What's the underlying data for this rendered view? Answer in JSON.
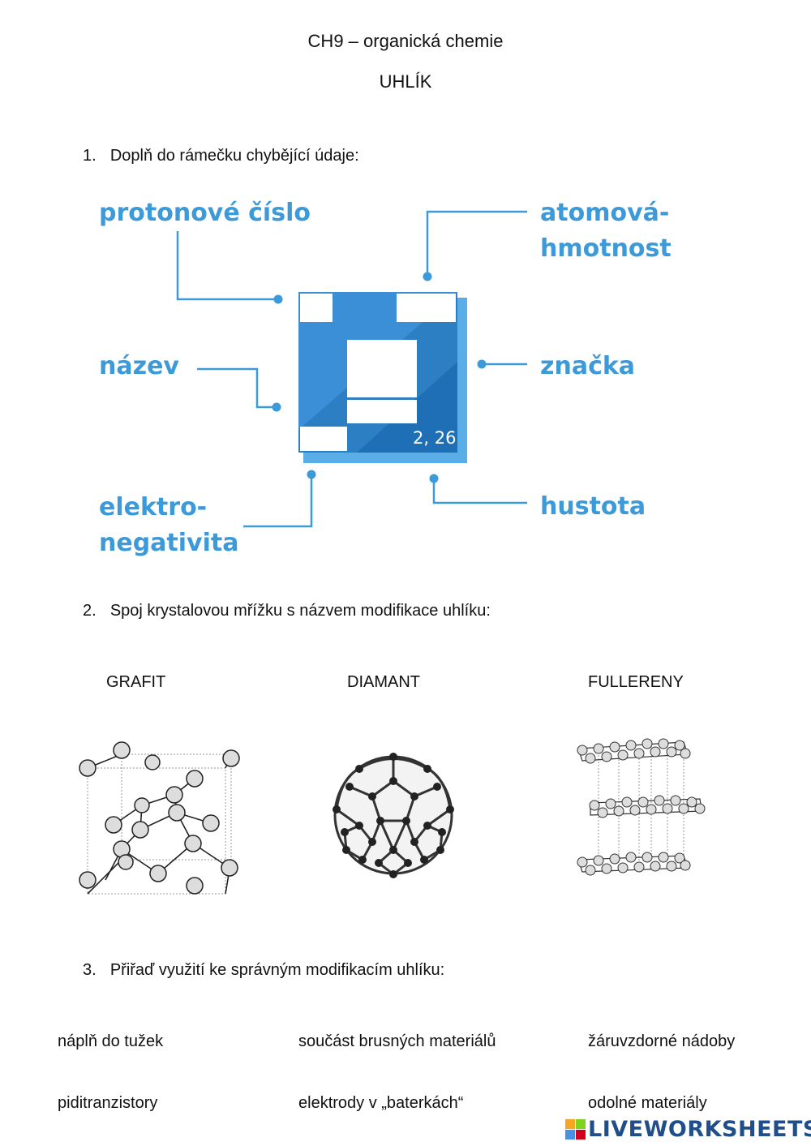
{
  "header": {
    "title": "CH9 – organická chemie",
    "subtitle": "UHLÍK"
  },
  "tasks": {
    "task1": {
      "number": "1.",
      "text": "Doplň do rámečku chybějící údaje:"
    },
    "task2": {
      "number": "2.",
      "text": "Spoj krystalovou mřížku s názvem modifikace uhlíku:"
    },
    "task3": {
      "number": "3.",
      "text": "Přiřaď využití ke správným modifikacím uhlíku:"
    }
  },
  "element_diagram": {
    "labels": {
      "protonove": "protonové číslo",
      "atomova_1": "atomová-",
      "atomova_2": "hmotnost",
      "nazev": "název",
      "znacka": "značka",
      "elektro_1": "elektro-",
      "elektro_2": "negativita",
      "hustota": "hustota"
    },
    "tile_value": "2, 26",
    "colors": {
      "label": "#3d9ad9",
      "tile_dark": "#1f6fb6",
      "tile_light": "#3b8fd6",
      "shadow": "#5aaee8"
    }
  },
  "modifications": [
    "GRAFIT",
    "DIAMANT",
    "FULLERENY"
  ],
  "lattice_icons": [
    "diamond-lattice-icon",
    "fullerene-icon",
    "graphite-layers-icon"
  ],
  "uses": {
    "row1": [
      "náplň do tužek",
      "součást brusných materiálů",
      "žáruvzdorné nádoby"
    ],
    "row2": [
      "piditranzistory",
      "elektrody v „baterkách“",
      "odolné materiály"
    ]
  },
  "footer": {
    "brand": "LIVEWORKSHEETS"
  }
}
